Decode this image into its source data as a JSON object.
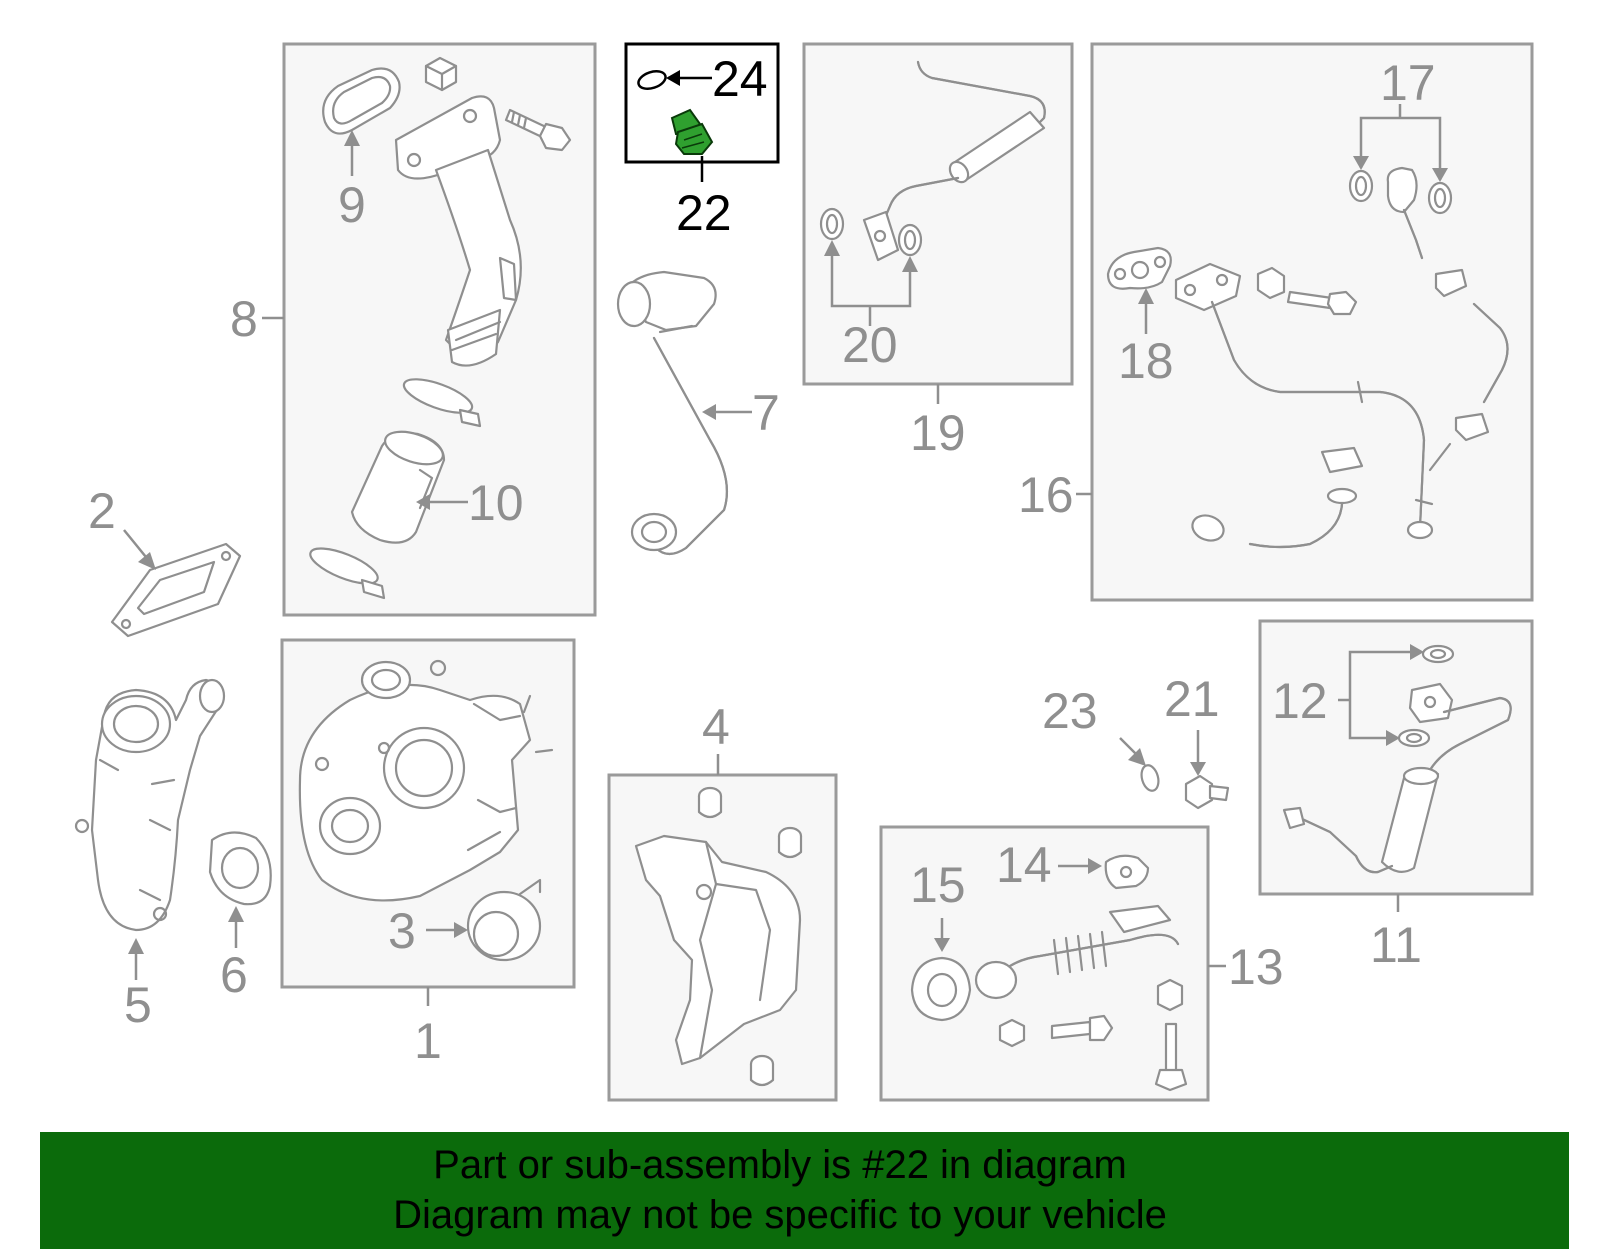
{
  "callouts": {
    "n1": "1",
    "n2": "2",
    "n3": "3",
    "n4": "4",
    "n5": "5",
    "n6": "6",
    "n7": "7",
    "n8": "8",
    "n9": "9",
    "n10": "10",
    "n11": "11",
    "n12": "12",
    "n13": "13",
    "n14": "14",
    "n15": "15",
    "n16": "16",
    "n17": "17",
    "n18": "18",
    "n19": "19",
    "n20": "20",
    "n21": "21",
    "n22": "22",
    "n23": "23",
    "n24": "24"
  },
  "highlight": {
    "part_number": "22",
    "color": "#2fa02f"
  },
  "banner": {
    "line1": "Part or sub-assembly is #22 in diagram",
    "line2": "Diagram may not be specific to your vehicle",
    "color": "#0b6b0b"
  }
}
